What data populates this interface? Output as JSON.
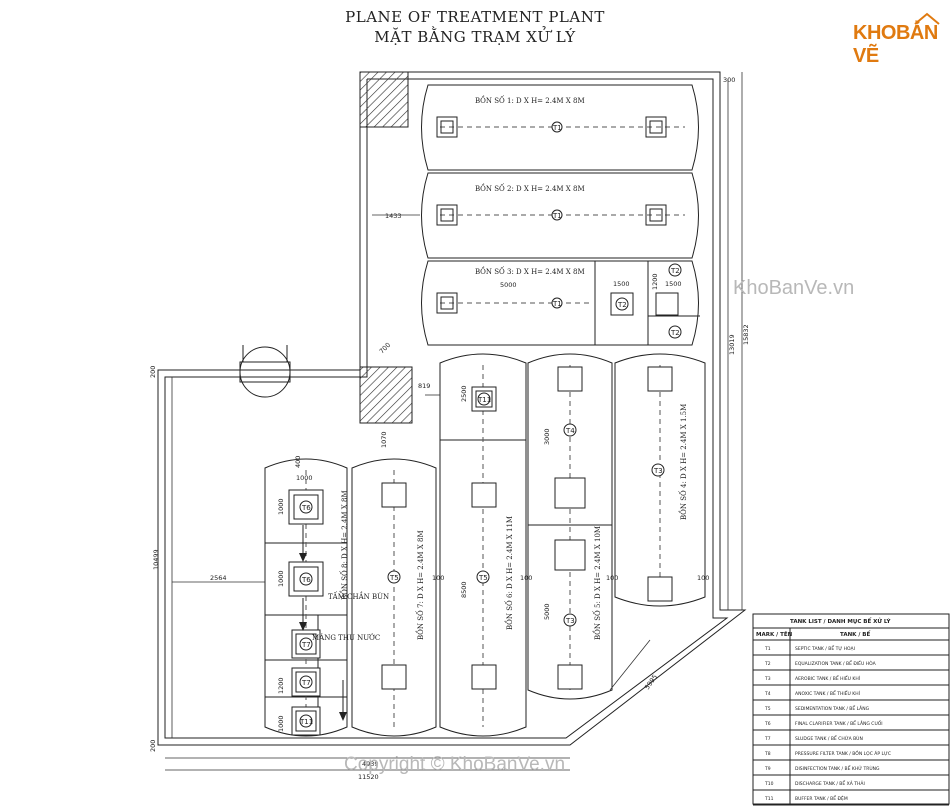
{
  "title_en": "PLANE OF TREATMENT PLANT",
  "title_vi": "MẶT BẰNG TRẠM XỬ LÝ",
  "logo": {
    "kho": "KHO",
    "ban_ve": "BẢN VẼ"
  },
  "watermark_site": "KhoBanVe.vn",
  "watermark_copyright": "Copyright © KhoBanVe.vn",
  "tank_labels": {
    "bon1": "BỒN SỐ 1: D X H= 2.4M X 8M",
    "bon2": "BỒN SỐ 2: D X H= 2.4M X 8M",
    "bon3": "BỒN SỐ 3: D X H= 2.4M X 8M",
    "bon4": "BỒN SỐ 4: D X H= 2.4M X 1.5M",
    "bon5": "BỒN SỐ 5: D X H= 2.4M X 10M",
    "bon6": "BỒN SỐ 6: D X H= 2.4M X 11M",
    "bon7": "BỒN SỐ 7: D X H= 2.4M X 8M",
    "bon8": "BỒN SỐ 8: D X H= 2.4M X 8M"
  },
  "annotations": {
    "tam_chan_bun": "TẤM CHẮN BÙN",
    "mang_thu_nuoc": "MÁNG THU NƯỚC"
  },
  "codes": {
    "t1": "T1",
    "t2": "T2",
    "t3": "T3",
    "t4": "T4",
    "t5": "T5",
    "t6": "T6",
    "t7": "T7",
    "t11": "T11"
  },
  "dims": {
    "d300_top": "300",
    "d1433": "1433",
    "d5000": "5000",
    "d1500a": "1500",
    "d1500b": "1500",
    "d1200": "1200",
    "d15832": "15832",
    "d13019": "13019",
    "d819": "819",
    "d700": "700",
    "d1070": "1070",
    "d2500": "2500",
    "d3000": "3000",
    "d5000b": "5000",
    "d8500": "8500",
    "d10499": "10499",
    "d2564": "2564",
    "d1000a": "1000",
    "d1000b": "1000",
    "d1000c": "1000",
    "d1200b": "1200",
    "d1000d": "1000",
    "d400": "400",
    "d200a": "200",
    "d200b": "200",
    "d5995": "5995",
    "d4939": "4939",
    "d11520": "11520",
    "d100a": "100",
    "d100b": "100",
    "d100c": "100",
    "d100d": "100"
  },
  "table": {
    "title": "TANK LIST / DANH MỤC BỂ XỬ LÝ",
    "col1": "MARK / TÊN",
    "col2": "TANK / BỂ",
    "rows": [
      {
        "mark": "T1",
        "name": "SEPTIC TANK / BỂ TỰ HOẠI"
      },
      {
        "mark": "T2",
        "name": "EQUALIZATION TANK / BỂ ĐIỀU HÒA"
      },
      {
        "mark": "T3",
        "name": "AEROBIC TANK / BỂ HIẾU KHÍ"
      },
      {
        "mark": "T4",
        "name": "ANOXIC TANK / BỂ THIẾU KHÍ"
      },
      {
        "mark": "T5",
        "name": "SEDIMENTATION TANK / BỂ LẮNG"
      },
      {
        "mark": "T6",
        "name": "FINAL CLARIFIER TANK / BỂ LẮNG CUỐI"
      },
      {
        "mark": "T7",
        "name": "SLUDGE TANK / BỂ CHỨA BÙN"
      },
      {
        "mark": "T8",
        "name": "PRESSURE FILTER TANK / BỒN LỌC ÁP LỰC"
      },
      {
        "mark": "T9",
        "name": "DISINFECTION TANK / BỂ KHỬ TRÙNG"
      },
      {
        "mark": "T10",
        "name": "DISCHARGE TANK / BỂ XẢ THẢI"
      },
      {
        "mark": "T11",
        "name": "BUFFER TANK / BỂ ĐỆM"
      }
    ]
  }
}
